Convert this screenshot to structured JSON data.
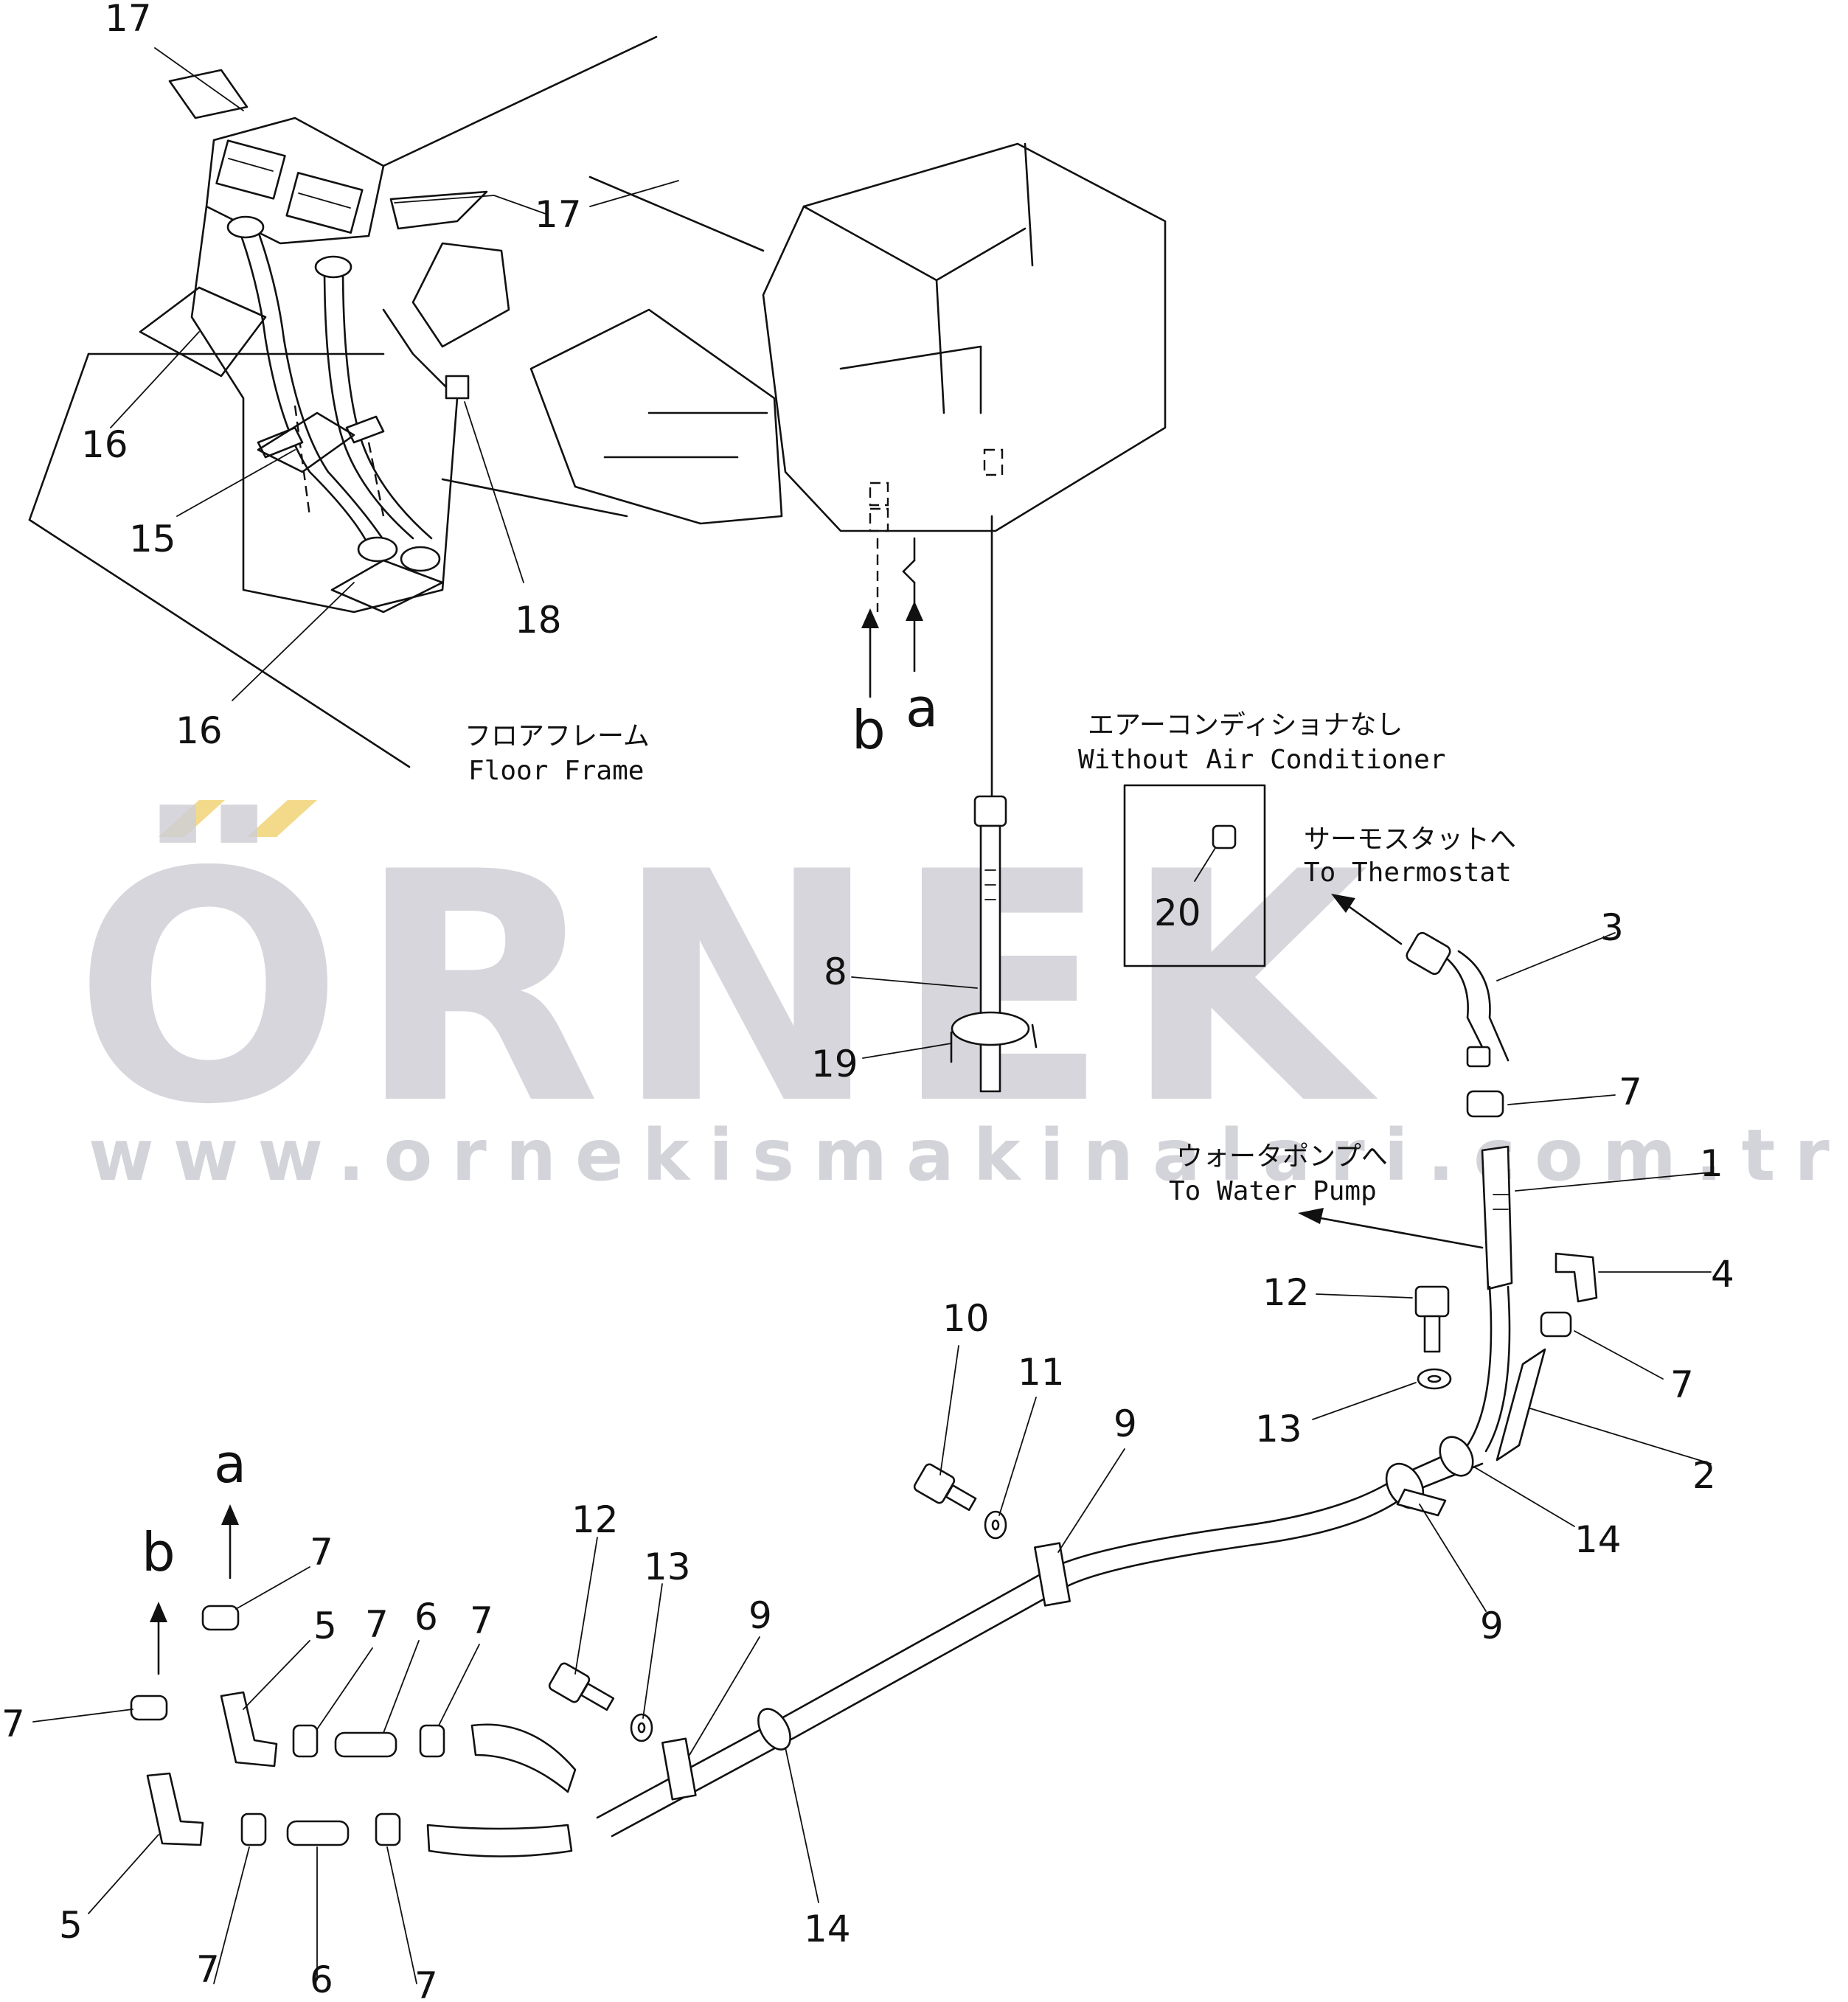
{
  "watermark": {
    "brand": "ÖRNEK",
    "url": "www.ornekismakinalari.com.tr",
    "brand_color": "#cfcfd6",
    "accent_color": "#f3d98a"
  },
  "captions": {
    "floor_frame_jp": "フロアフレーム",
    "floor_frame_en": "Floor Frame",
    "no_ac_jp": "エアーコンディショナなし",
    "no_ac_en": "Without Air Conditioner",
    "thermostat_jp": "サーモスタットへ",
    "thermostat_en": "To Thermostat",
    "water_pump_jp": "ウォータポンプへ",
    "water_pump_en": "To Water Pump"
  },
  "refs": {
    "a": "a",
    "b": "b"
  },
  "callouts": {
    "c17a": "17",
    "c17b": "17",
    "c16a": "16",
    "c16b": "16",
    "c15": "15",
    "c18": "18",
    "c20": "20",
    "c3": "3",
    "c8": "8",
    "c19": "19",
    "c7a": "7",
    "c1": "1",
    "c4": "4",
    "c12a": "12",
    "c7b": "7",
    "c13a": "13",
    "c2": "2",
    "c10": "10",
    "c11": "11",
    "c9a": "9",
    "c14a": "14",
    "c9b": "9",
    "c12b": "12",
    "c13b": "13",
    "c9c": "9",
    "c7c": "7",
    "c5a": "5",
    "c7d": "7",
    "c6a": "6",
    "c7e": "7",
    "c7f": "7",
    "c5b": "5",
    "c7g": "7",
    "c6b": "6",
    "c7h": "7",
    "c14b": "14"
  }
}
